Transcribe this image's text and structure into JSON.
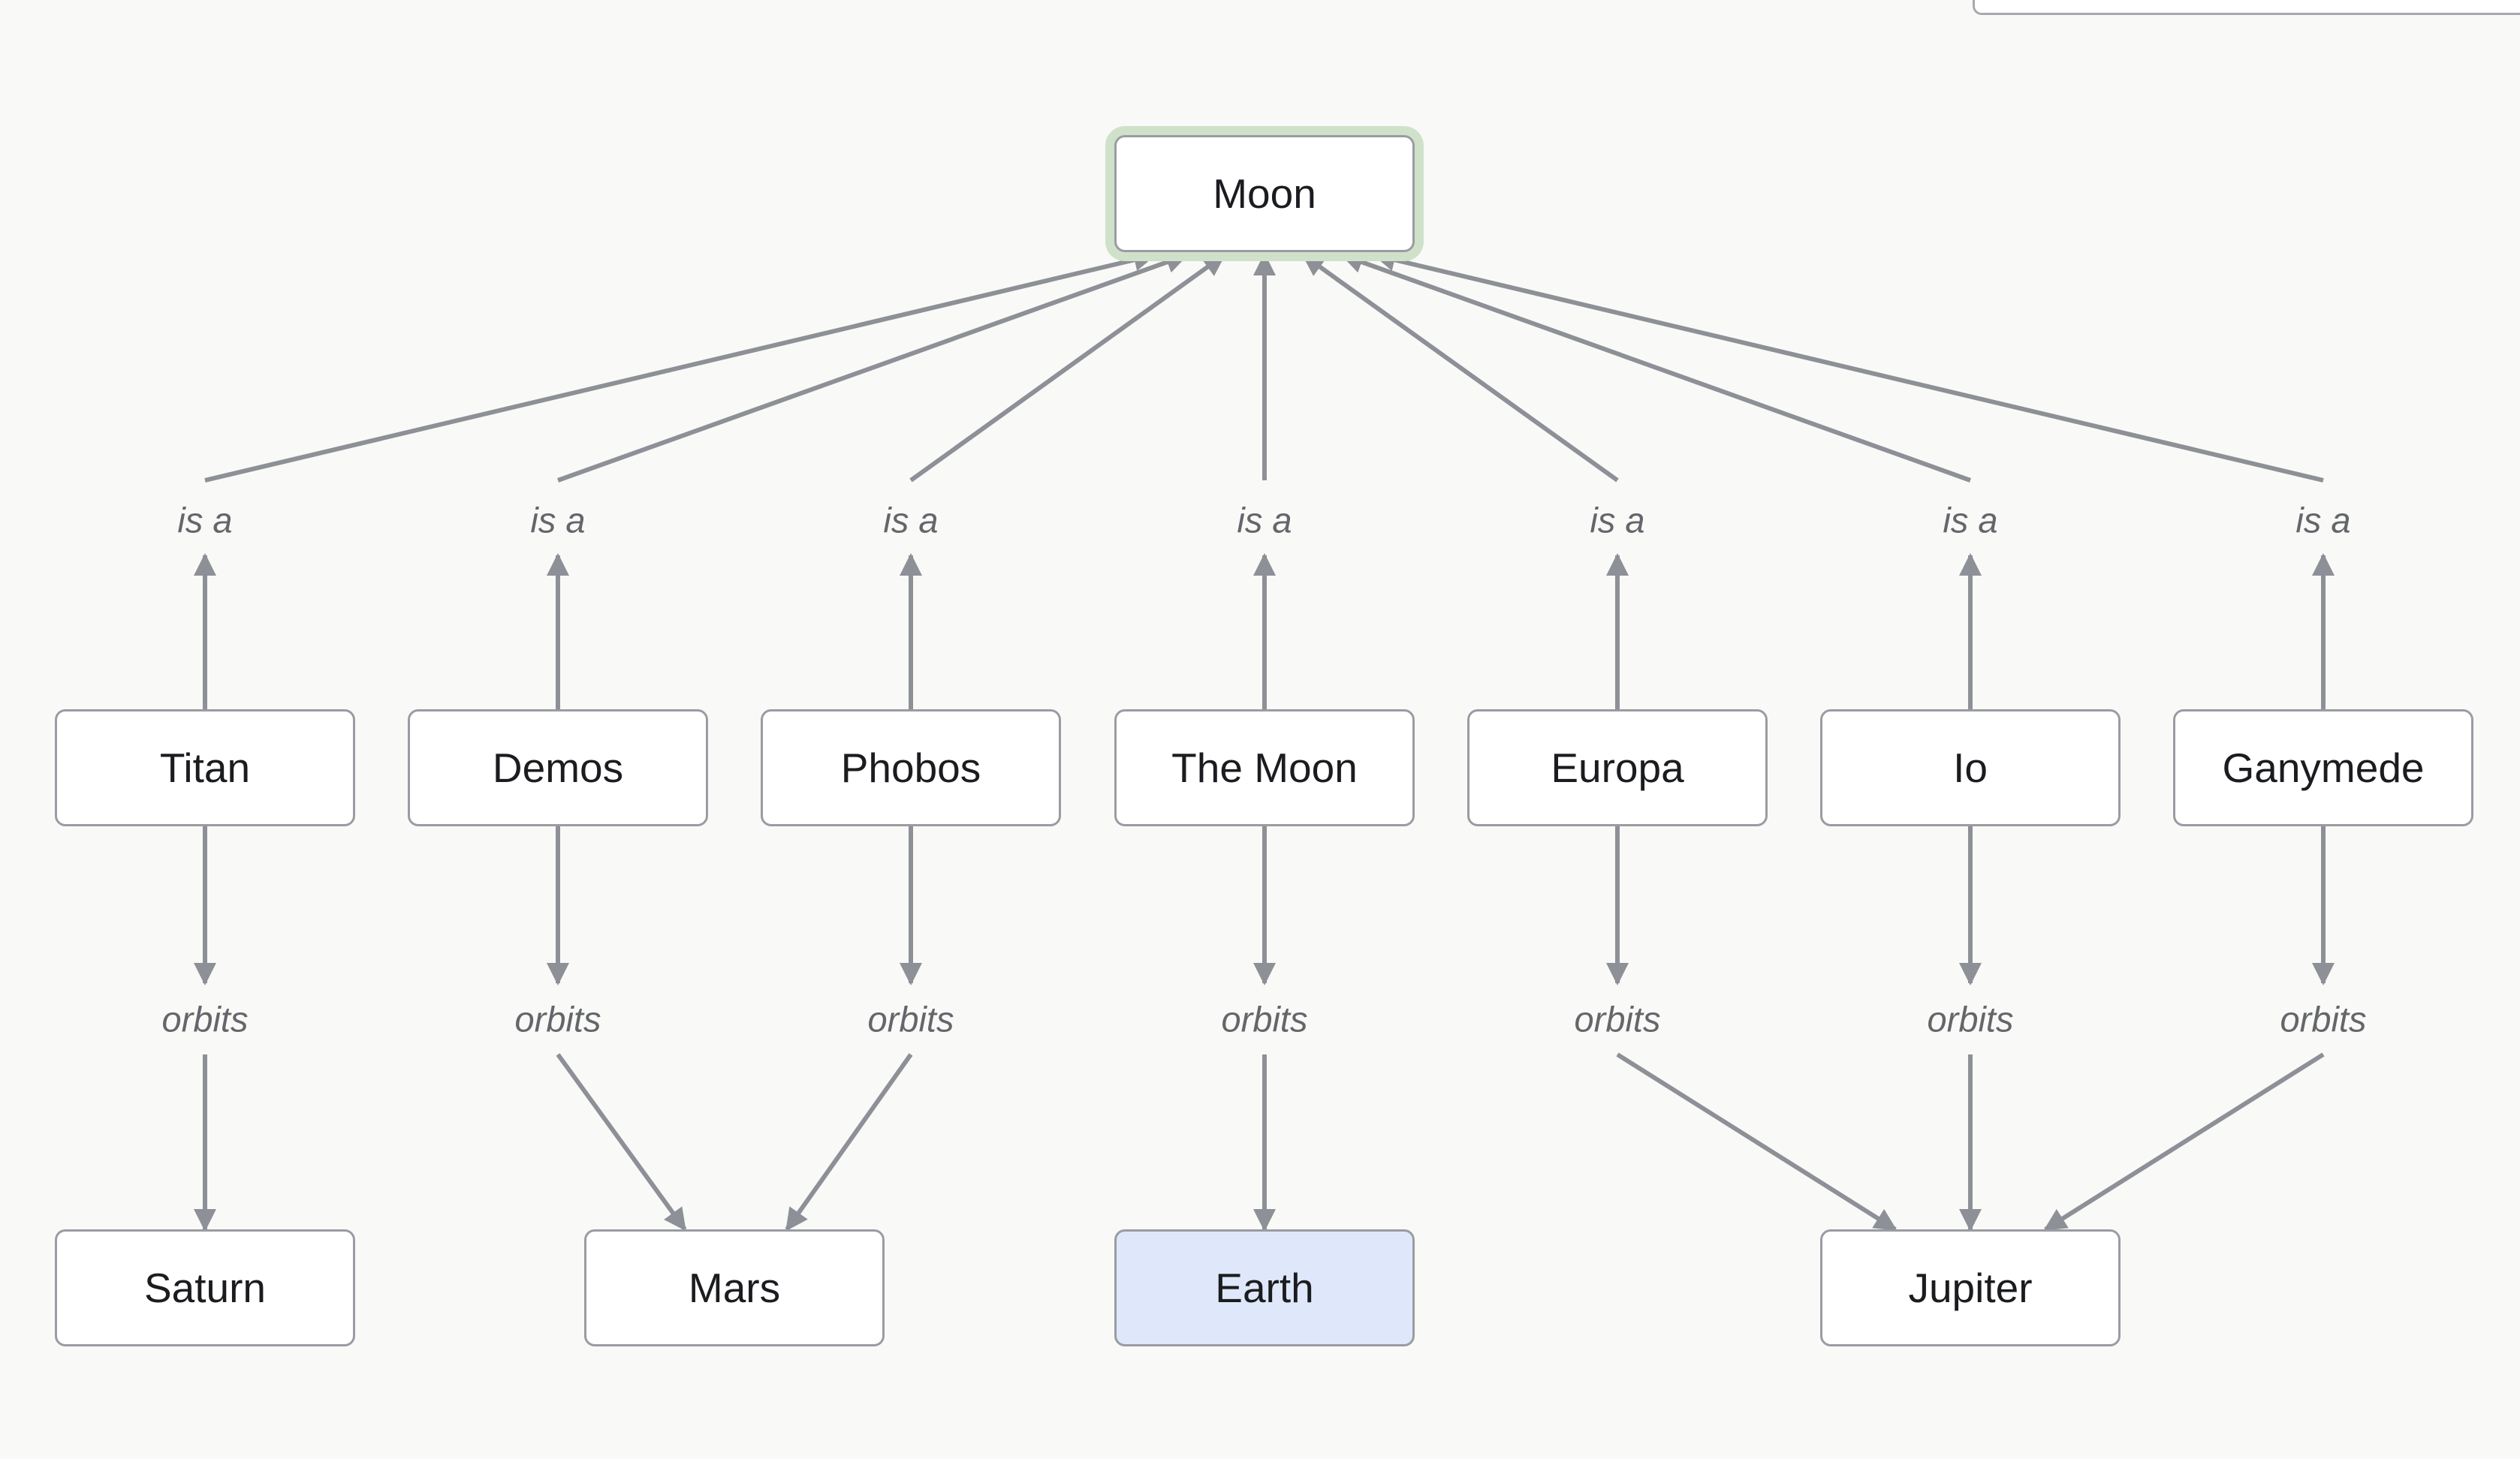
{
  "graph": {
    "colors": {
      "edge": "#8d9096",
      "node_border": "#9a9ca3",
      "node_fill": "#ffffff",
      "highlight_fill": "#dfe8fa",
      "selection_glow": "#cfe2c9",
      "label_text": "#64666b",
      "background": "#f9f9f7"
    },
    "nodes": {
      "moon": {
        "label": "Moon",
        "selected": true
      },
      "titan": {
        "label": "Titan"
      },
      "demos": {
        "label": "Demos"
      },
      "phobos": {
        "label": "Phobos"
      },
      "the_moon": {
        "label": "The Moon"
      },
      "europa": {
        "label": "Europa"
      },
      "io": {
        "label": "Io"
      },
      "ganymede": {
        "label": "Ganymede"
      },
      "saturn": {
        "label": "Saturn"
      },
      "mars": {
        "label": "Mars"
      },
      "earth": {
        "label": "Earth",
        "highlighted": true
      },
      "jupiter": {
        "label": "Jupiter"
      }
    },
    "relations": [
      {
        "from": "Titan",
        "label": "is a",
        "to": "Moon"
      },
      {
        "from": "Demos",
        "label": "is a",
        "to": "Moon"
      },
      {
        "from": "Phobos",
        "label": "is a",
        "to": "Moon"
      },
      {
        "from": "The Moon",
        "label": "is a",
        "to": "Moon"
      },
      {
        "from": "Europa",
        "label": "is a",
        "to": "Moon"
      },
      {
        "from": "Io",
        "label": "is a",
        "to": "Moon"
      },
      {
        "from": "Ganymede",
        "label": "is a",
        "to": "Moon"
      },
      {
        "from": "Titan",
        "label": "orbits",
        "to": "Saturn"
      },
      {
        "from": "Demos",
        "label": "orbits",
        "to": "Mars"
      },
      {
        "from": "Phobos",
        "label": "orbits",
        "to": "Mars"
      },
      {
        "from": "The Moon",
        "label": "orbits",
        "to": "Earth"
      },
      {
        "from": "Europa",
        "label": "orbits",
        "to": "Jupiter"
      },
      {
        "from": "Io",
        "label": "orbits",
        "to": "Jupiter"
      },
      {
        "from": "Ganymede",
        "label": "orbits",
        "to": "Jupiter"
      }
    ]
  }
}
